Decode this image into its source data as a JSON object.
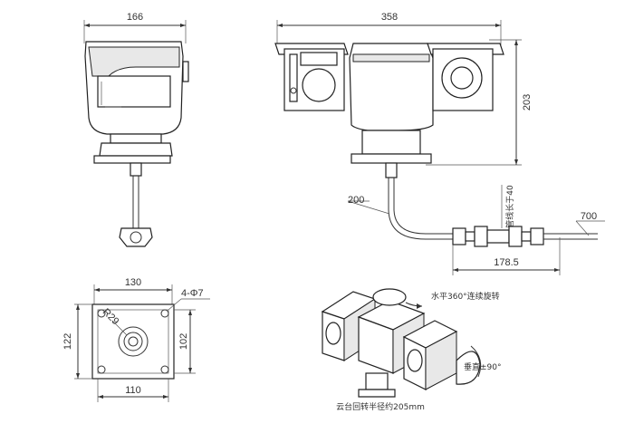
{
  "front_view": {
    "width_label": "166"
  },
  "side_view": {
    "width_label": "358",
    "height_label": "203",
    "cable_label": "200",
    "connector_label": "管线长于40",
    "connector_length_label": "178.5",
    "cable_end_label": "700"
  },
  "base_view": {
    "top_label": "130",
    "hole_label": "4-Φ7",
    "radius_label": "R29",
    "left_label": "122",
    "right_label": "102",
    "bottom_label": "110"
  },
  "iso_view": {
    "pan_label": "水平360°连续旋转",
    "tilt_label": "垂直±90°",
    "radius_note": "云台回转半径约205mm"
  }
}
